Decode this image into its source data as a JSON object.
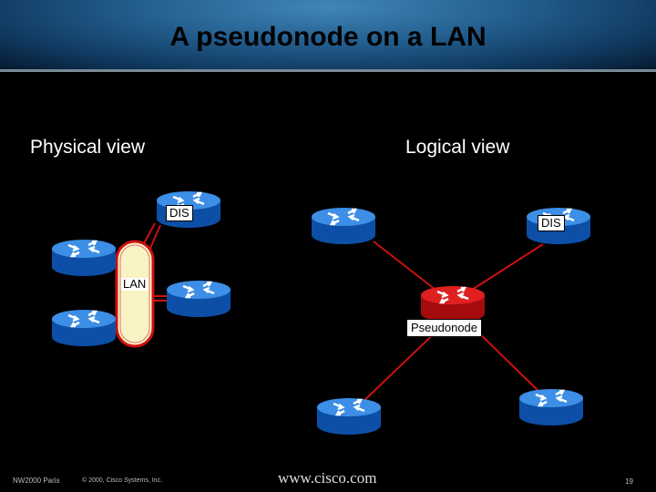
{
  "title": "A pseudonode on a LAN",
  "physical_view": "Physical view",
  "logical_view": "Logical view",
  "labels": {
    "dis_physical": "DIS",
    "dis_logical": "DIS",
    "lan": "LAN",
    "pseudonode": "Pseudonode"
  },
  "footer": {
    "left": "NW2000 Paris",
    "copyright": "© 2000, Cisco Systems, Inc.",
    "site": "www.cisco.com",
    "page": "19"
  },
  "colors": {
    "router": "#1565c8",
    "router_top": "#3d8ee6",
    "pseudonode": "#cc1010",
    "link": "#cc1010",
    "lan_fill": "#f9f3c4"
  }
}
